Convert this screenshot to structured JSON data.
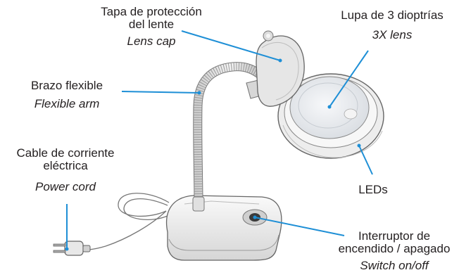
{
  "labels": {
    "lens_cap": {
      "es_line1": "Tapa de protección",
      "es_line2": "del lente",
      "en": "Lens cap"
    },
    "lens": {
      "es": "Lupa de 3 dioptrías",
      "en": "3X lens"
    },
    "arm": {
      "es": "Brazo flexible",
      "en": "Flexible arm"
    },
    "cord": {
      "es_line1": "Cable de corriente",
      "es_line2": "eléctrica",
      "en": "Power cord"
    },
    "leds": {
      "es": "LEDs"
    },
    "switch": {
      "es_line1": "Interruptor de",
      "es_line2": "encendido / apagado",
      "en": "Switch on/off"
    }
  },
  "colors": {
    "leader_line": "#1e8fd6",
    "outline": "#555555",
    "body_light": "#f2f2f2",
    "body_shade": "#d8d8d8",
    "lens_glass": "#e9ecef",
    "switch_button": "#3a3a3a"
  },
  "icons": [
    "magnifier-lamp-illustration",
    "power-plug-icon"
  ]
}
